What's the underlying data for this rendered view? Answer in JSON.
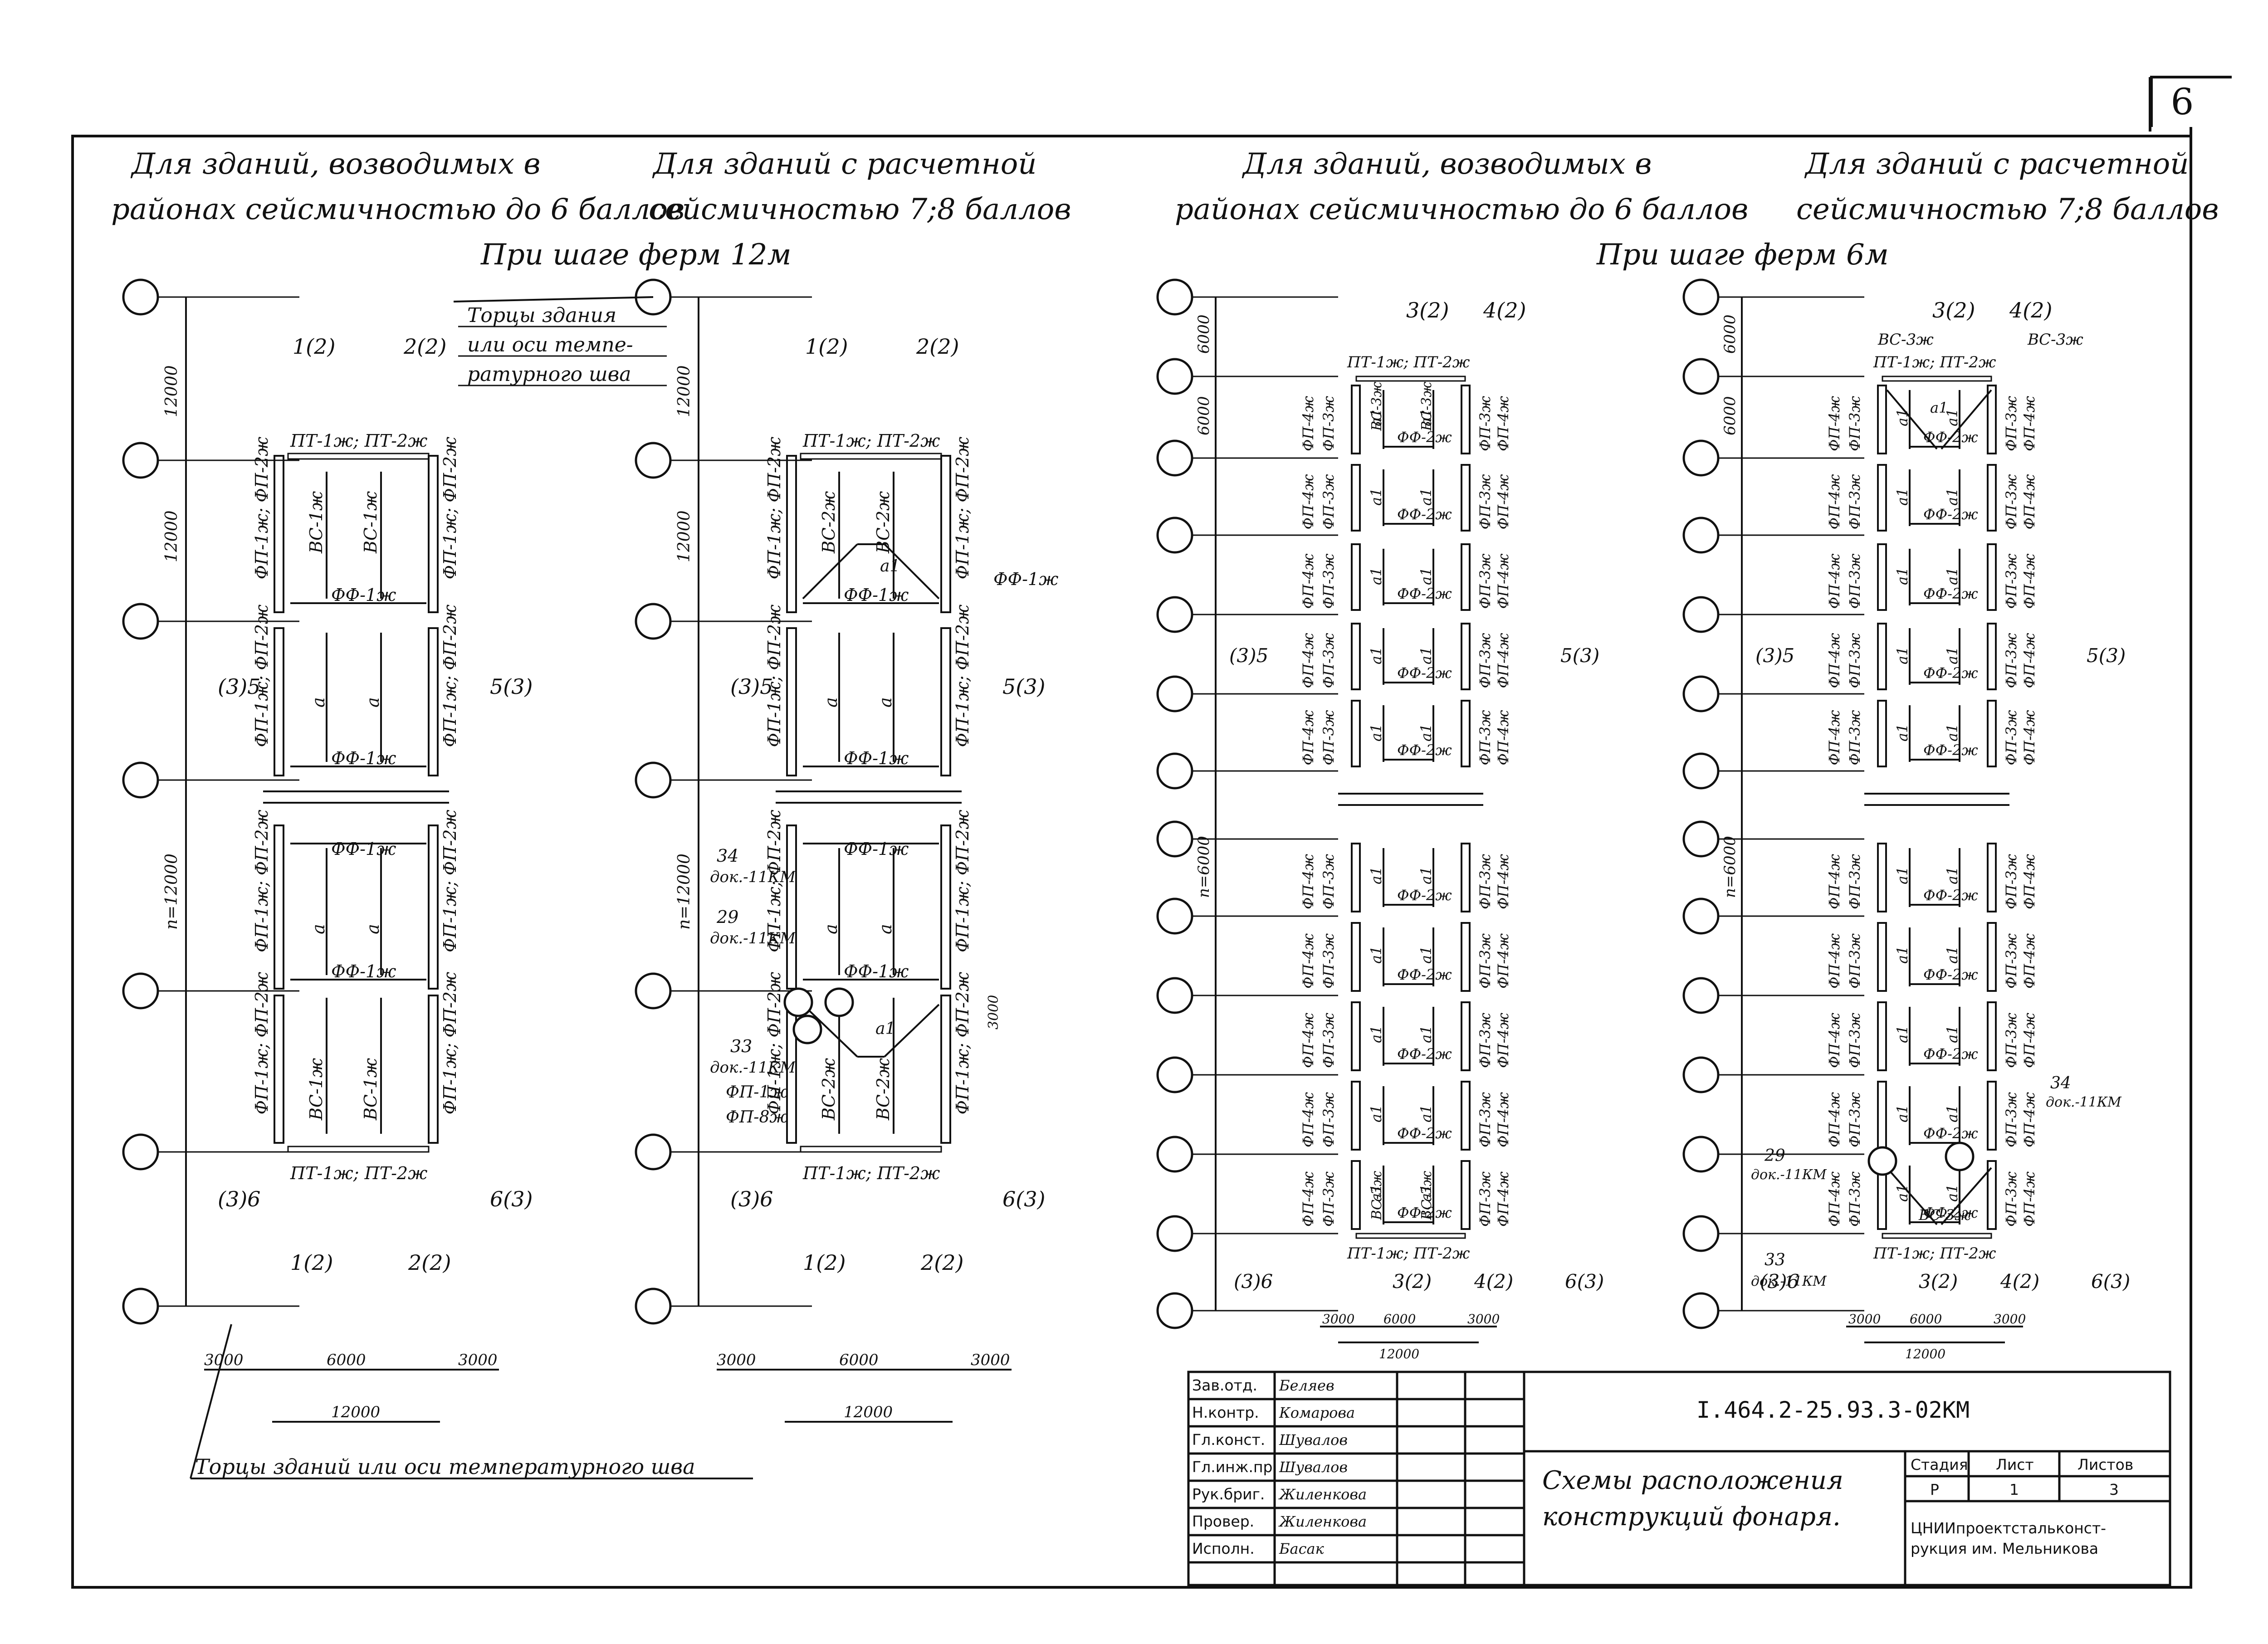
{
  "page_number": "6",
  "headers": {
    "p1_line1": "Для зданий, возводимых в",
    "p1_line2": "районах сейсмичностью до 6 баллов",
    "p2_line1": "Для зданий с расчетной",
    "p2_line2": "сейсмичностью 7;8 баллов",
    "shag12": "При шаге ферм 12м",
    "p3_line1": "Для зданий, возводимых в",
    "p3_line2": "районах сейсмичностью до 6 баллов",
    "p4_line1": "Для зданий с расчетной",
    "p4_line2": "сейсмичностью 7;8 баллов",
    "shag6": "При шаге ферм 6м"
  },
  "notes": {
    "torcy_line1": "Торцы здания",
    "torcy_line2": "или оси темпе-",
    "torcy_line3": "ратурного шва",
    "bottom_note": "Торцы зданий или оси температурного шва"
  },
  "labels": {
    "pt": "ПТ-1ж; ПТ-2ж",
    "fp12_left": "ФП-1ж; ФП-2ж",
    "fp12_right": "ФП-1ж; ФП-2ж",
    "ff1": "ФФ-1ж",
    "ff2": "ФФ-2ж",
    "vs1": "ВС-1ж",
    "vs2": "ВС-2ж",
    "vs3": "ВС-3ж",
    "fp6_left": "ФП-4ж ФП-3ж",
    "fp6_right": "ФП-3ж ФП-4ж",
    "a": "а",
    "a1": "а1",
    "n12000": "n=12000",
    "n6000": "n=6000",
    "d12000": "12000",
    "d6000": "6000",
    "d3000": "3000",
    "cut1": "1(2)",
    "cut2": "2(2)",
    "cut3": "3(2)",
    "cut4": "4(2)",
    "cut5l": "(3)5",
    "cut5r": "5(3)",
    "cut6l": "(3)6",
    "cut6r": "6(3)",
    "n34": "34",
    "n29": "29",
    "n33": "33",
    "dok": "док.-11КМ",
    "fp1": "ФП-1ж",
    "fp8": "ФП-8ж"
  },
  "title_block": {
    "roles": [
      "Зав.отд.",
      "Н.контр.",
      "Гл.конст.",
      "Гл.инж.пр.",
      "Рук.бриг.",
      "Провер.",
      "Исполн."
    ],
    "names": [
      "Беляев",
      "Комарова",
      "Шувалов",
      "Шувалов",
      "Жиленкова",
      "Жиленкова",
      "Басак"
    ],
    "code": "I.464.2-25.93.3-02КМ",
    "drawing_title_line1": "Схемы расположения",
    "drawing_title_line2": "конструкций фонаря.",
    "stage_header": "Стадия",
    "sheet_header": "Лист",
    "sheets_header": "Листов",
    "stage": "Р",
    "sheet": "1",
    "sheets": "3",
    "org_line1": "ЦНИИпроектстальконст-",
    "org_line2": "рукция им. Мельникова"
  }
}
